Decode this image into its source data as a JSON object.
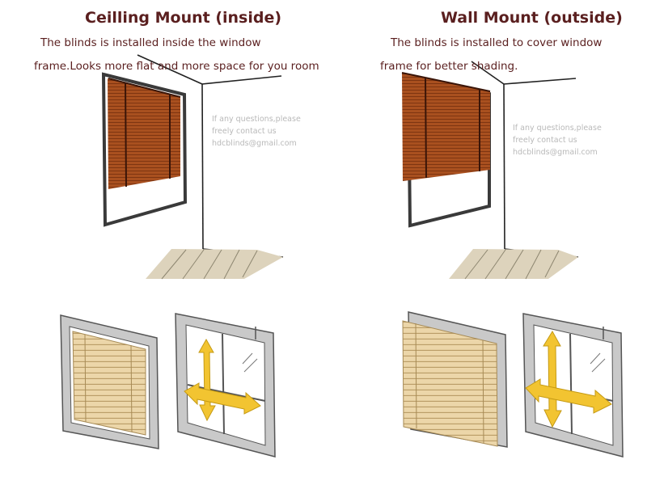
{
  "left_panel": {
    "title": "Ceilling Mount (inside)",
    "desc_line1": "The blinds is installed inside the window",
    "desc_line2": "frame.Looks more flat and more space for you room",
    "note_line1": "If any questions,please",
    "note_line2": "freely contact us",
    "note_line3": "hdcblinds@gmail.com"
  },
  "right_panel": {
    "title": "Wall Mount (outside)",
    "desc_line1": "The blinds is installed to cover window",
    "desc_line2": "frame for better shading.",
    "note_line1": "If any questions,please",
    "note_line2": "freely contact us",
    "note_line3": "hdcblinds@gmail.com"
  },
  "colors": {
    "text": "#5a1f1f",
    "blind_wood": "#a9501f",
    "blind_slat": "#e7cd9b",
    "frame_gray": "#c9c9c9",
    "arrow_yellow": "#f2c431",
    "floor": "#ddd3bc"
  }
}
